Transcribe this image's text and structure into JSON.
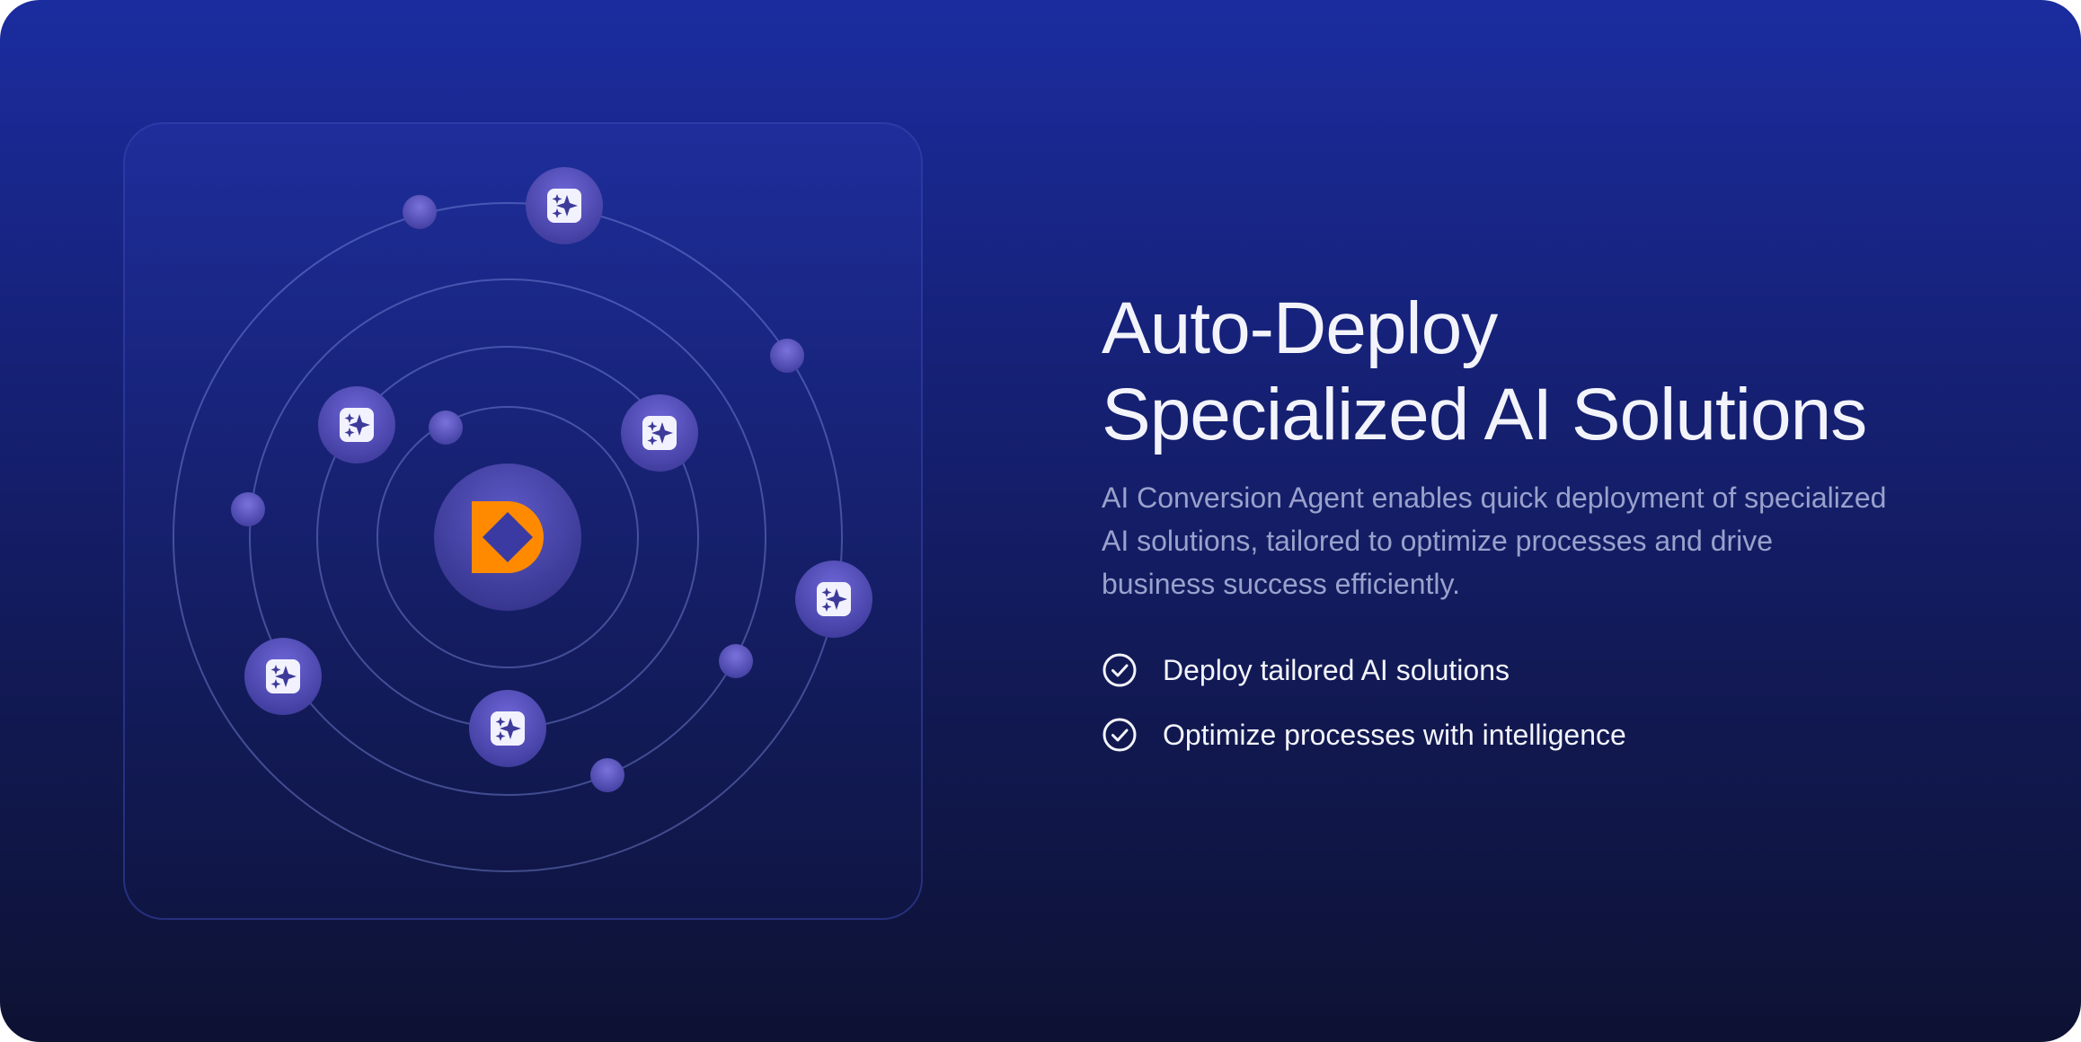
{
  "colors": {
    "background_top": "#1b2c9f",
    "background_bottom": "#0d1233",
    "node": "#4a48b4",
    "brand_orange": "#ff8a00",
    "heading_text": "#f3f4fb",
    "body_text": "#9aa1cc"
  },
  "illustration": {
    "center_logo_icon": "brand-d-logo-icon",
    "orbit_node_icon": "sparkle-icon",
    "orbit_count": 4,
    "sparkle_node_count": 6,
    "dot_node_count": 6
  },
  "content": {
    "headline_line1": "Auto-Deploy",
    "headline_line2": "Specialized AI Solutions",
    "description": "AI Conversion Agent enables quick deployment of specialized AI solutions, tailored to optimize processes and drive business success efficiently.",
    "features": [
      {
        "icon": "check-circle-icon",
        "label": "Deploy tailored AI solutions"
      },
      {
        "icon": "check-circle-icon",
        "label": "Optimize processes with intelligence"
      }
    ]
  }
}
